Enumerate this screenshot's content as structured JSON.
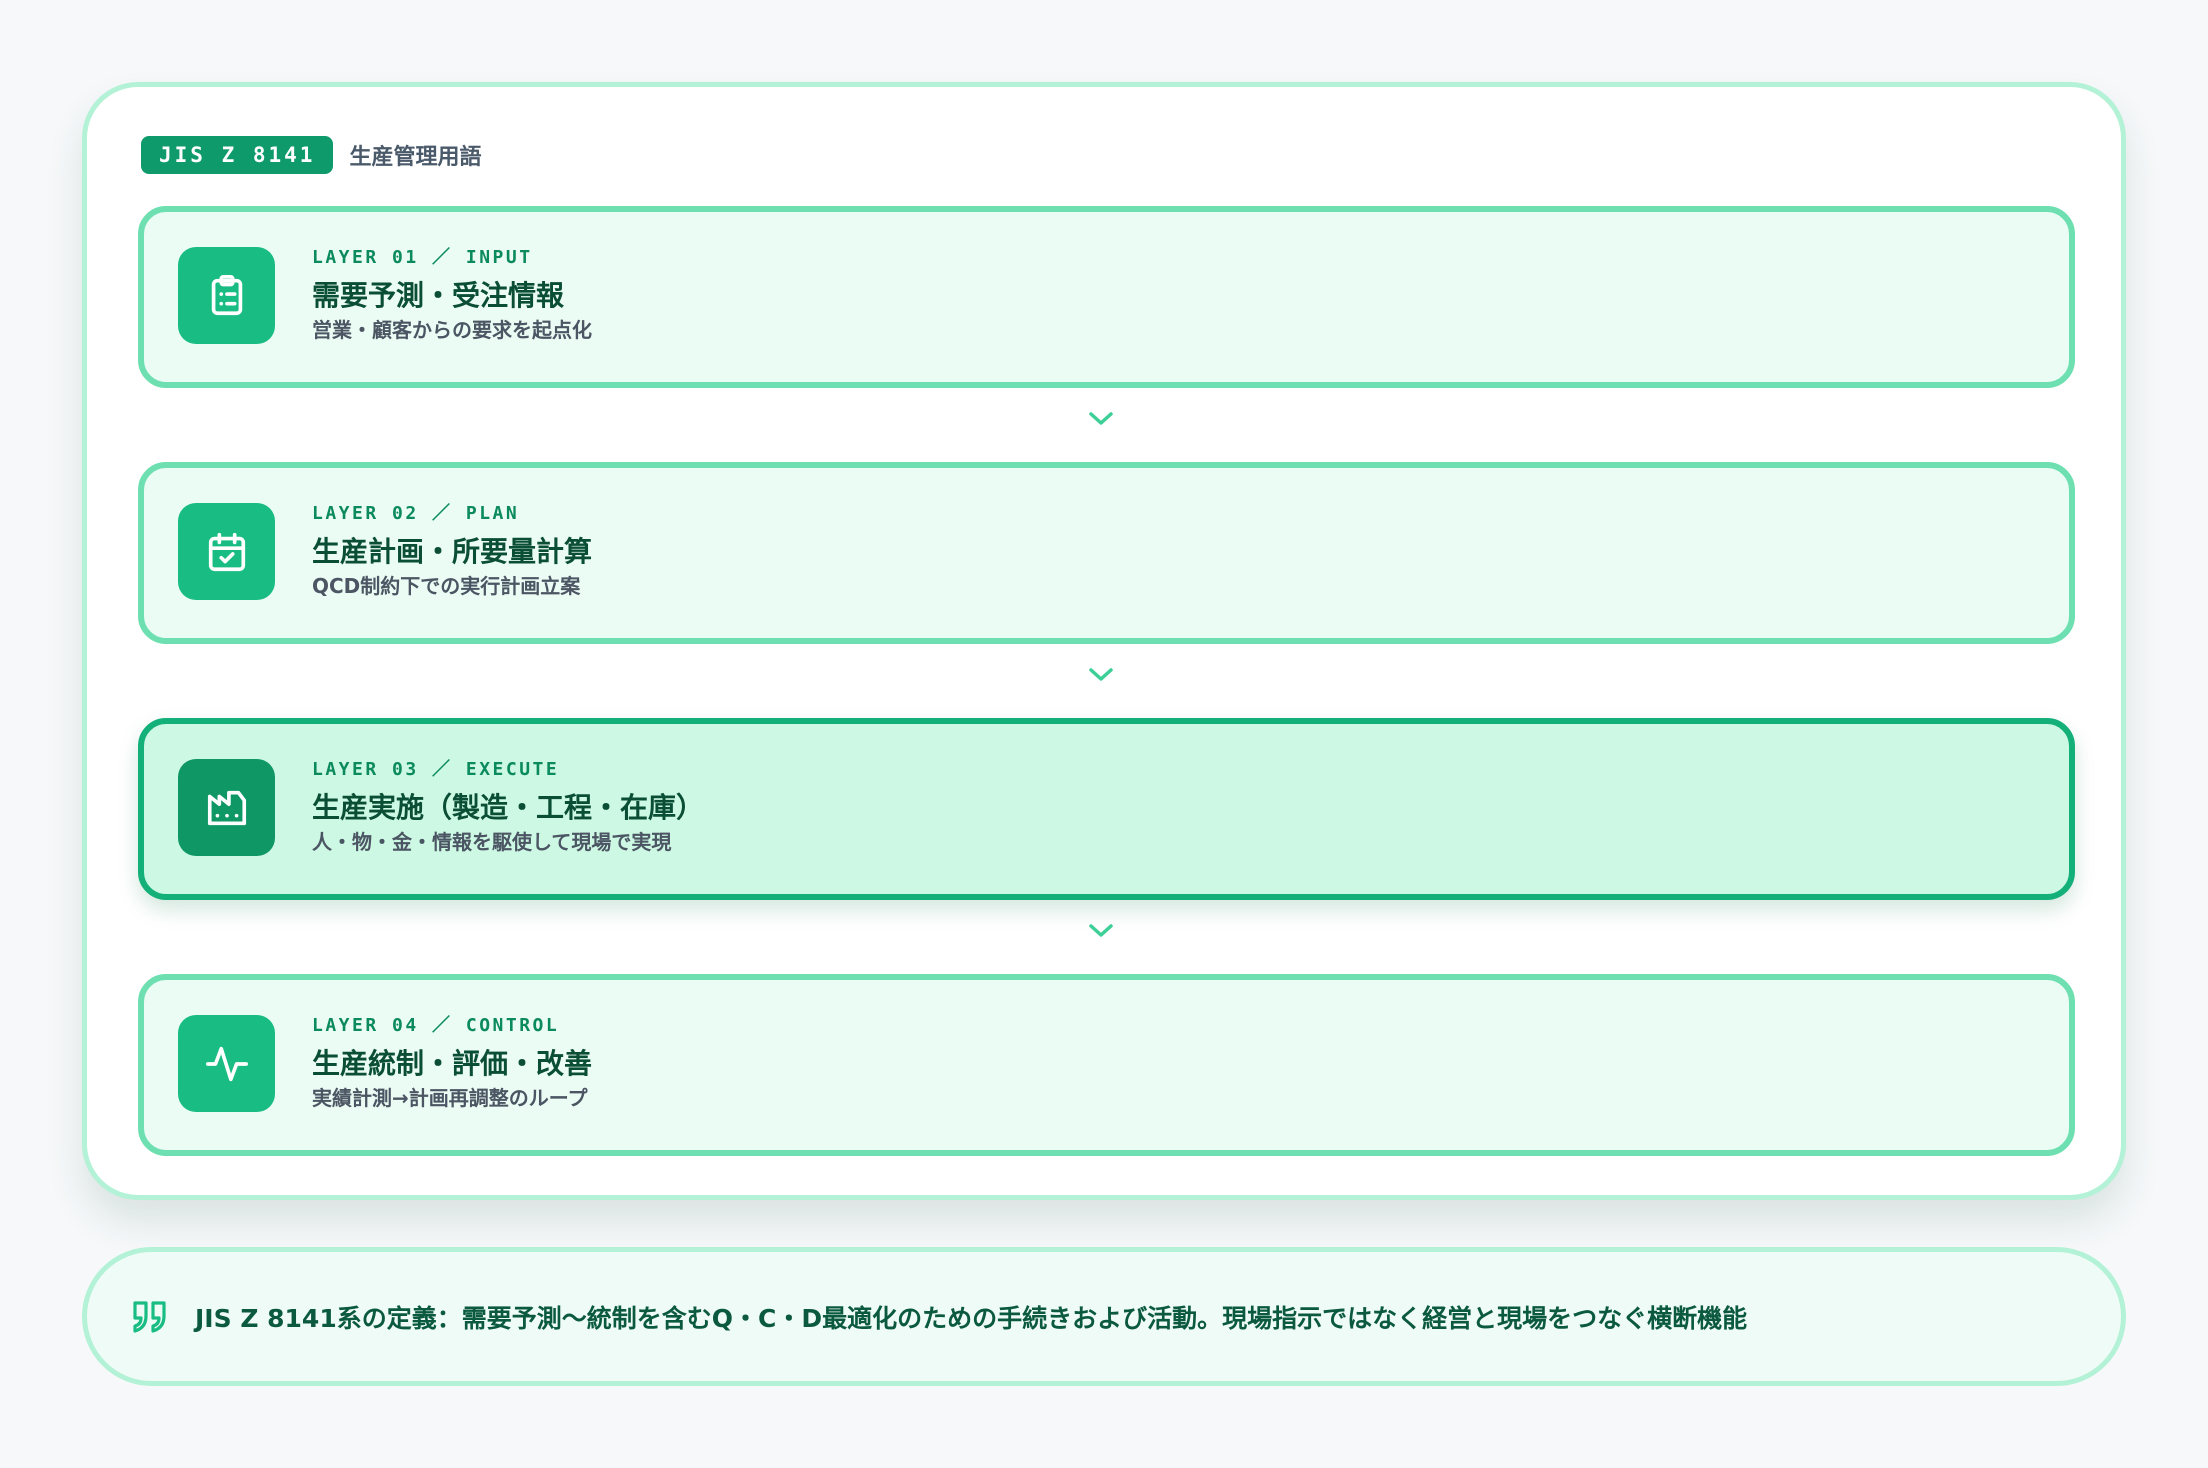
{
  "header": {
    "badge": "JIS Z 8141",
    "subtitle": "生産管理用語"
  },
  "layers": [
    {
      "tag": "LAYER 01 ／ INPUT",
      "title": "需要予測・受注情報",
      "desc": "営業・顧客からの要求を起点化",
      "icon": "clipboard-list-icon"
    },
    {
      "tag": "LAYER 02 ／ PLAN",
      "title": "生産計画・所要量計算",
      "desc": "QCD制約下での実行計画立案",
      "icon": "calendar-check-icon"
    },
    {
      "tag": "LAYER 03 ／ EXECUTE",
      "title": "生産実施（製造・工程・在庫）",
      "desc": "人・物・金・情報を駆使して現場で実現",
      "icon": "factory-icon",
      "highlighted": true
    },
    {
      "tag": "LAYER 04 ／ CONTROL",
      "title": "生産統制・評価・改善",
      "desc": "実績計測→計画再調整のループ",
      "icon": "activity-pulse-icon"
    }
  ],
  "footer": {
    "quote": "JIS Z 8141系の定義：需要予測〜統制を含むQ・C・D最適化のための手続きおよび活動。現場指示ではなく経営と現場をつなぐ横断機能",
    "icon": "quote-icon"
  },
  "colors": {
    "accent": "#19bd84",
    "accent_dark": "#0f9766",
    "card_border": "#6ddfb0",
    "highlight_border": "#13b07a",
    "title_text": "#0b4e36"
  }
}
